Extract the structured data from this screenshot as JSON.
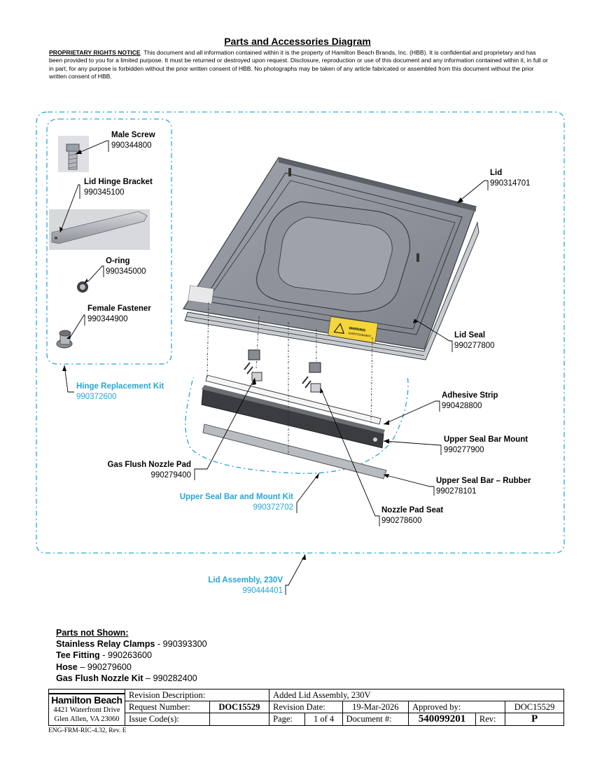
{
  "title": "Parts and Accessories Diagram",
  "notice": {
    "heading": "PROPRIETARY RIGHTS NOTICE",
    "text": "This document and all information contained within it is the property of Hamilton Beach Brands, Inc. (HBB).  It is confidential and proprietary and has been provided to you for a limited purpose.  It must be returned or destroyed upon request.  Disclosure, reproduction or use of this document and any information contained within it, in full or in part, for any purpose is forbidden without the prior written consent of HBB.  No photographs may be taken of any article fabricated or assembled from this document without the prior written consent of HBB."
  },
  "parts": {
    "male_screw": {
      "name": "Male Screw",
      "number": "990344800"
    },
    "lid_hinge_bracket": {
      "name": "Lid Hinge Bracket",
      "number": "990345100"
    },
    "o_ring": {
      "name": "O-ring",
      "number": "990345000"
    },
    "female_fastener": {
      "name": "Female Fastener",
      "number": "990344900"
    },
    "lid": {
      "name": "Lid",
      "number": "990314701"
    },
    "lid_seal": {
      "name": "Lid Seal",
      "number": "990277800"
    },
    "adhesive_strip": {
      "name": "Adhesive Strip",
      "number": "990428800"
    },
    "upper_seal_bar_mount": {
      "name": "Upper Seal Bar Mount",
      "number": "990277900"
    },
    "gas_flush_nozzle_pad": {
      "name": "Gas Flush Nozzle Pad",
      "number": "990279400"
    },
    "upper_seal_bar_rubber": {
      "name": "Upper Seal Bar – Rubber",
      "number": "990278101"
    },
    "nozzle_pad_seat": {
      "name": "Nozzle Pad Seat",
      "number": "990278600"
    }
  },
  "kits": {
    "hinge_kit": {
      "name": "Hinge Replacement Kit",
      "number": "990372600"
    },
    "seal_bar_kit": {
      "name": "Upper Seal Bar and Mount Kit",
      "number": "990372702"
    },
    "lid_assembly": {
      "name": "Lid Assembly, 230V",
      "number": "990444401"
    }
  },
  "warning_label": {
    "line1": "WARNING",
    "line2": "AVERTISSEMENT"
  },
  "parts_not_shown": {
    "heading": "Parts not Shown:",
    "items": [
      {
        "name": "Stainless Relay Clamps",
        "sep": " - ",
        "number": "990393300"
      },
      {
        "name": "Tee Fitting",
        "sep": " - ",
        "number": "990263600"
      },
      {
        "name": "Hose",
        "sep": " – ",
        "number": "990279600"
      },
      {
        "name": "Gas Flush Nozzle Kit",
        "sep": " – ",
        "number": "990282400"
      }
    ]
  },
  "title_block": {
    "company": "Hamilton Beach",
    "address1": "4421 Waterfront Drive",
    "address2": "Glen Allen, VA  23060",
    "revision_description_label": "Revision Description:",
    "revision_description": "Added Lid Assembly, 230V",
    "request_number_label": "Request Number:",
    "request_number": "DOC15529",
    "revision_date_label": "Revision Date:",
    "revision_date": "19-Mar-2026",
    "approved_by_label": "Approved by:",
    "approved_by": "DOC15529",
    "issue_codes_label": "Issue Code(s):",
    "issue_codes": "",
    "page_label": "Page:",
    "page": "1 of 4",
    "document_label": "Document #:",
    "document_number": "540099201",
    "rev_label": "Rev:",
    "rev": "P"
  },
  "form_ref": "ENG-FRM-RIC-4.32, Rev. E",
  "colors": {
    "kit_accent": "#27a6d3",
    "text": "#000000"
  }
}
